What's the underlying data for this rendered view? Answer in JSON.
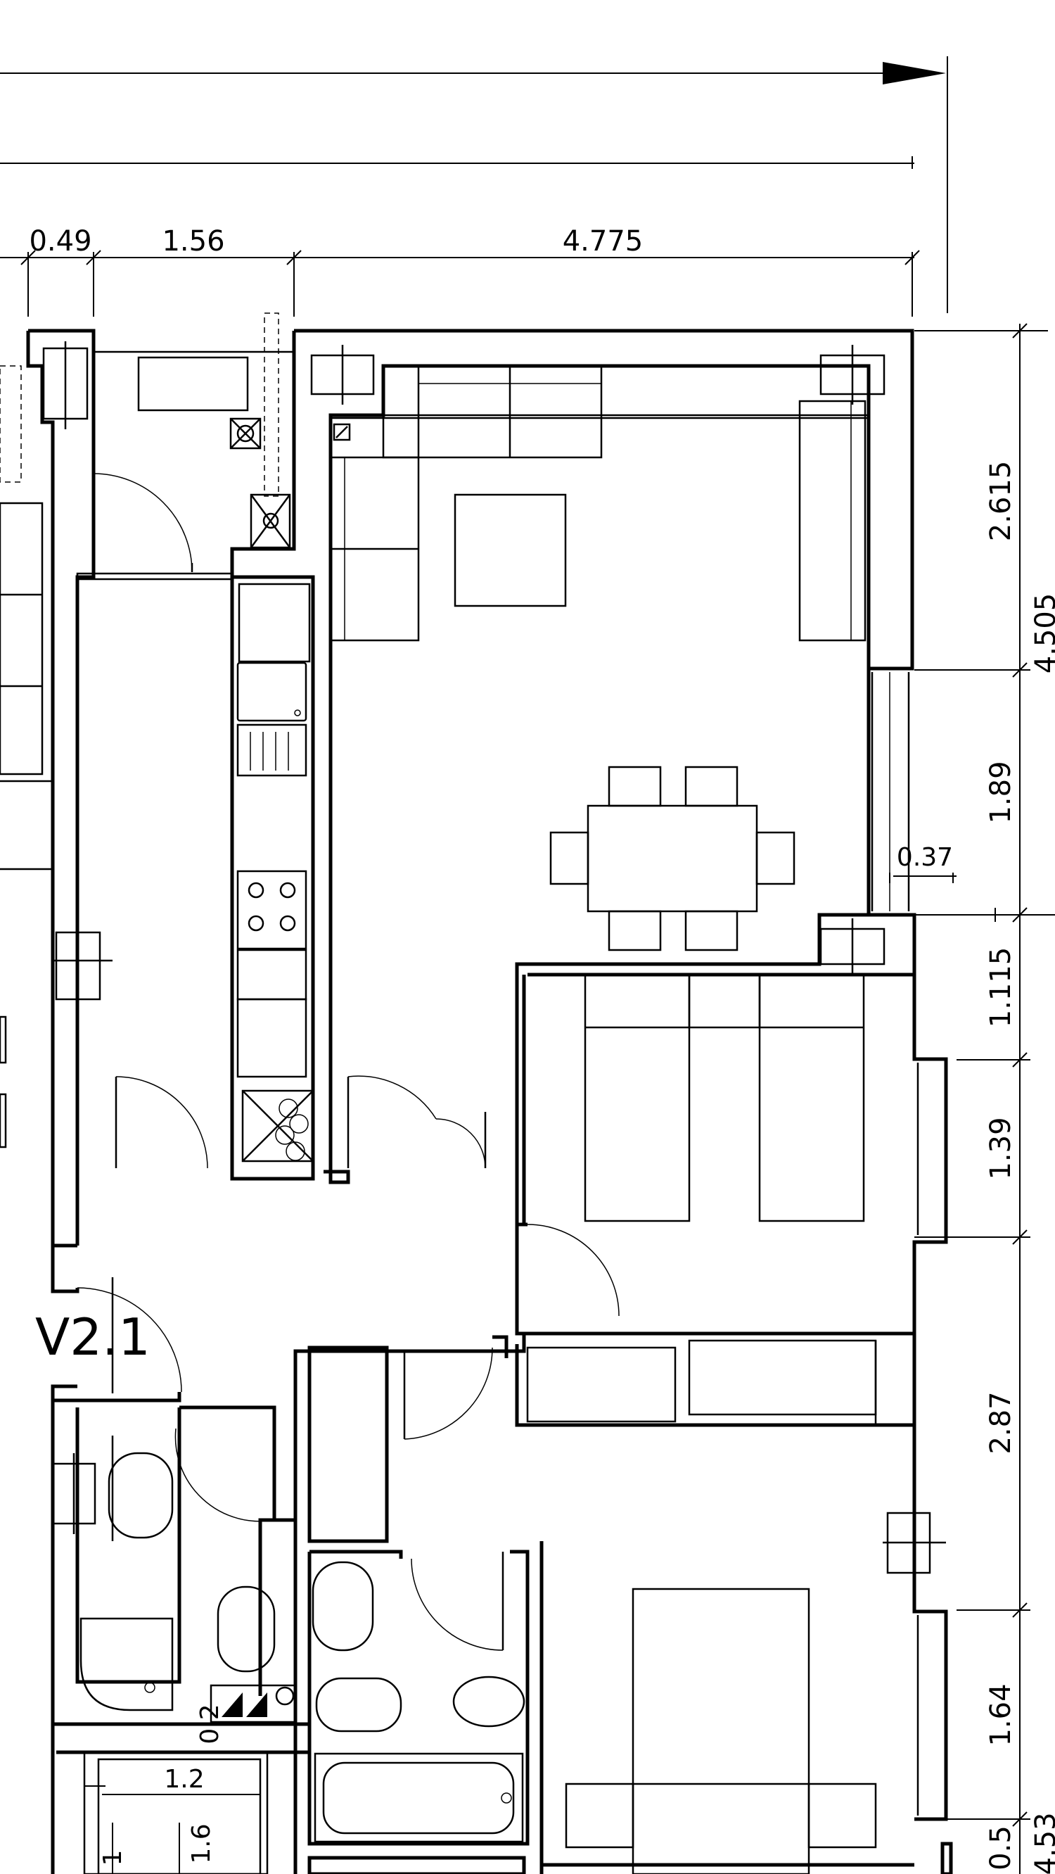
{
  "unit_label": "V2.1",
  "dimensions": {
    "top": [
      "0.49",
      "1.56",
      "4.775"
    ],
    "right": [
      "2.615",
      "1.89",
      "1.115",
      "1.39",
      "2.87",
      "1.64",
      "0.5"
    ],
    "right_total_upper": "4.505",
    "right_total_lower": "4.53",
    "inner": [
      "0.37",
      "0.2",
      "1.2",
      "1.6",
      "1"
    ]
  }
}
